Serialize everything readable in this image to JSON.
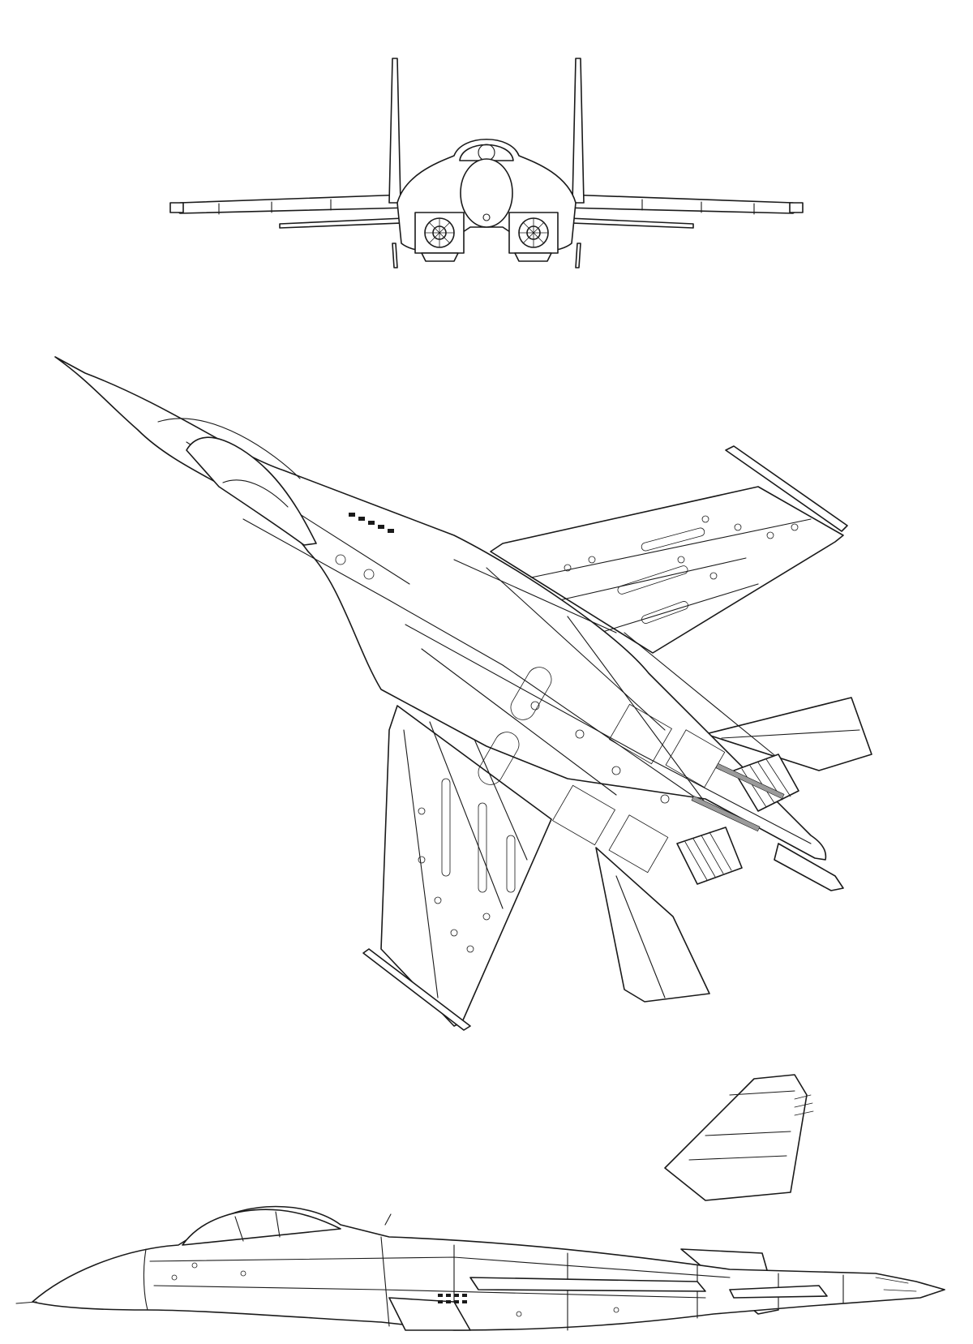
{
  "drawing": {
    "views": [
      "front",
      "top",
      "side"
    ],
    "line_color": "#1a1a1a",
    "background": "#ffffff"
  }
}
